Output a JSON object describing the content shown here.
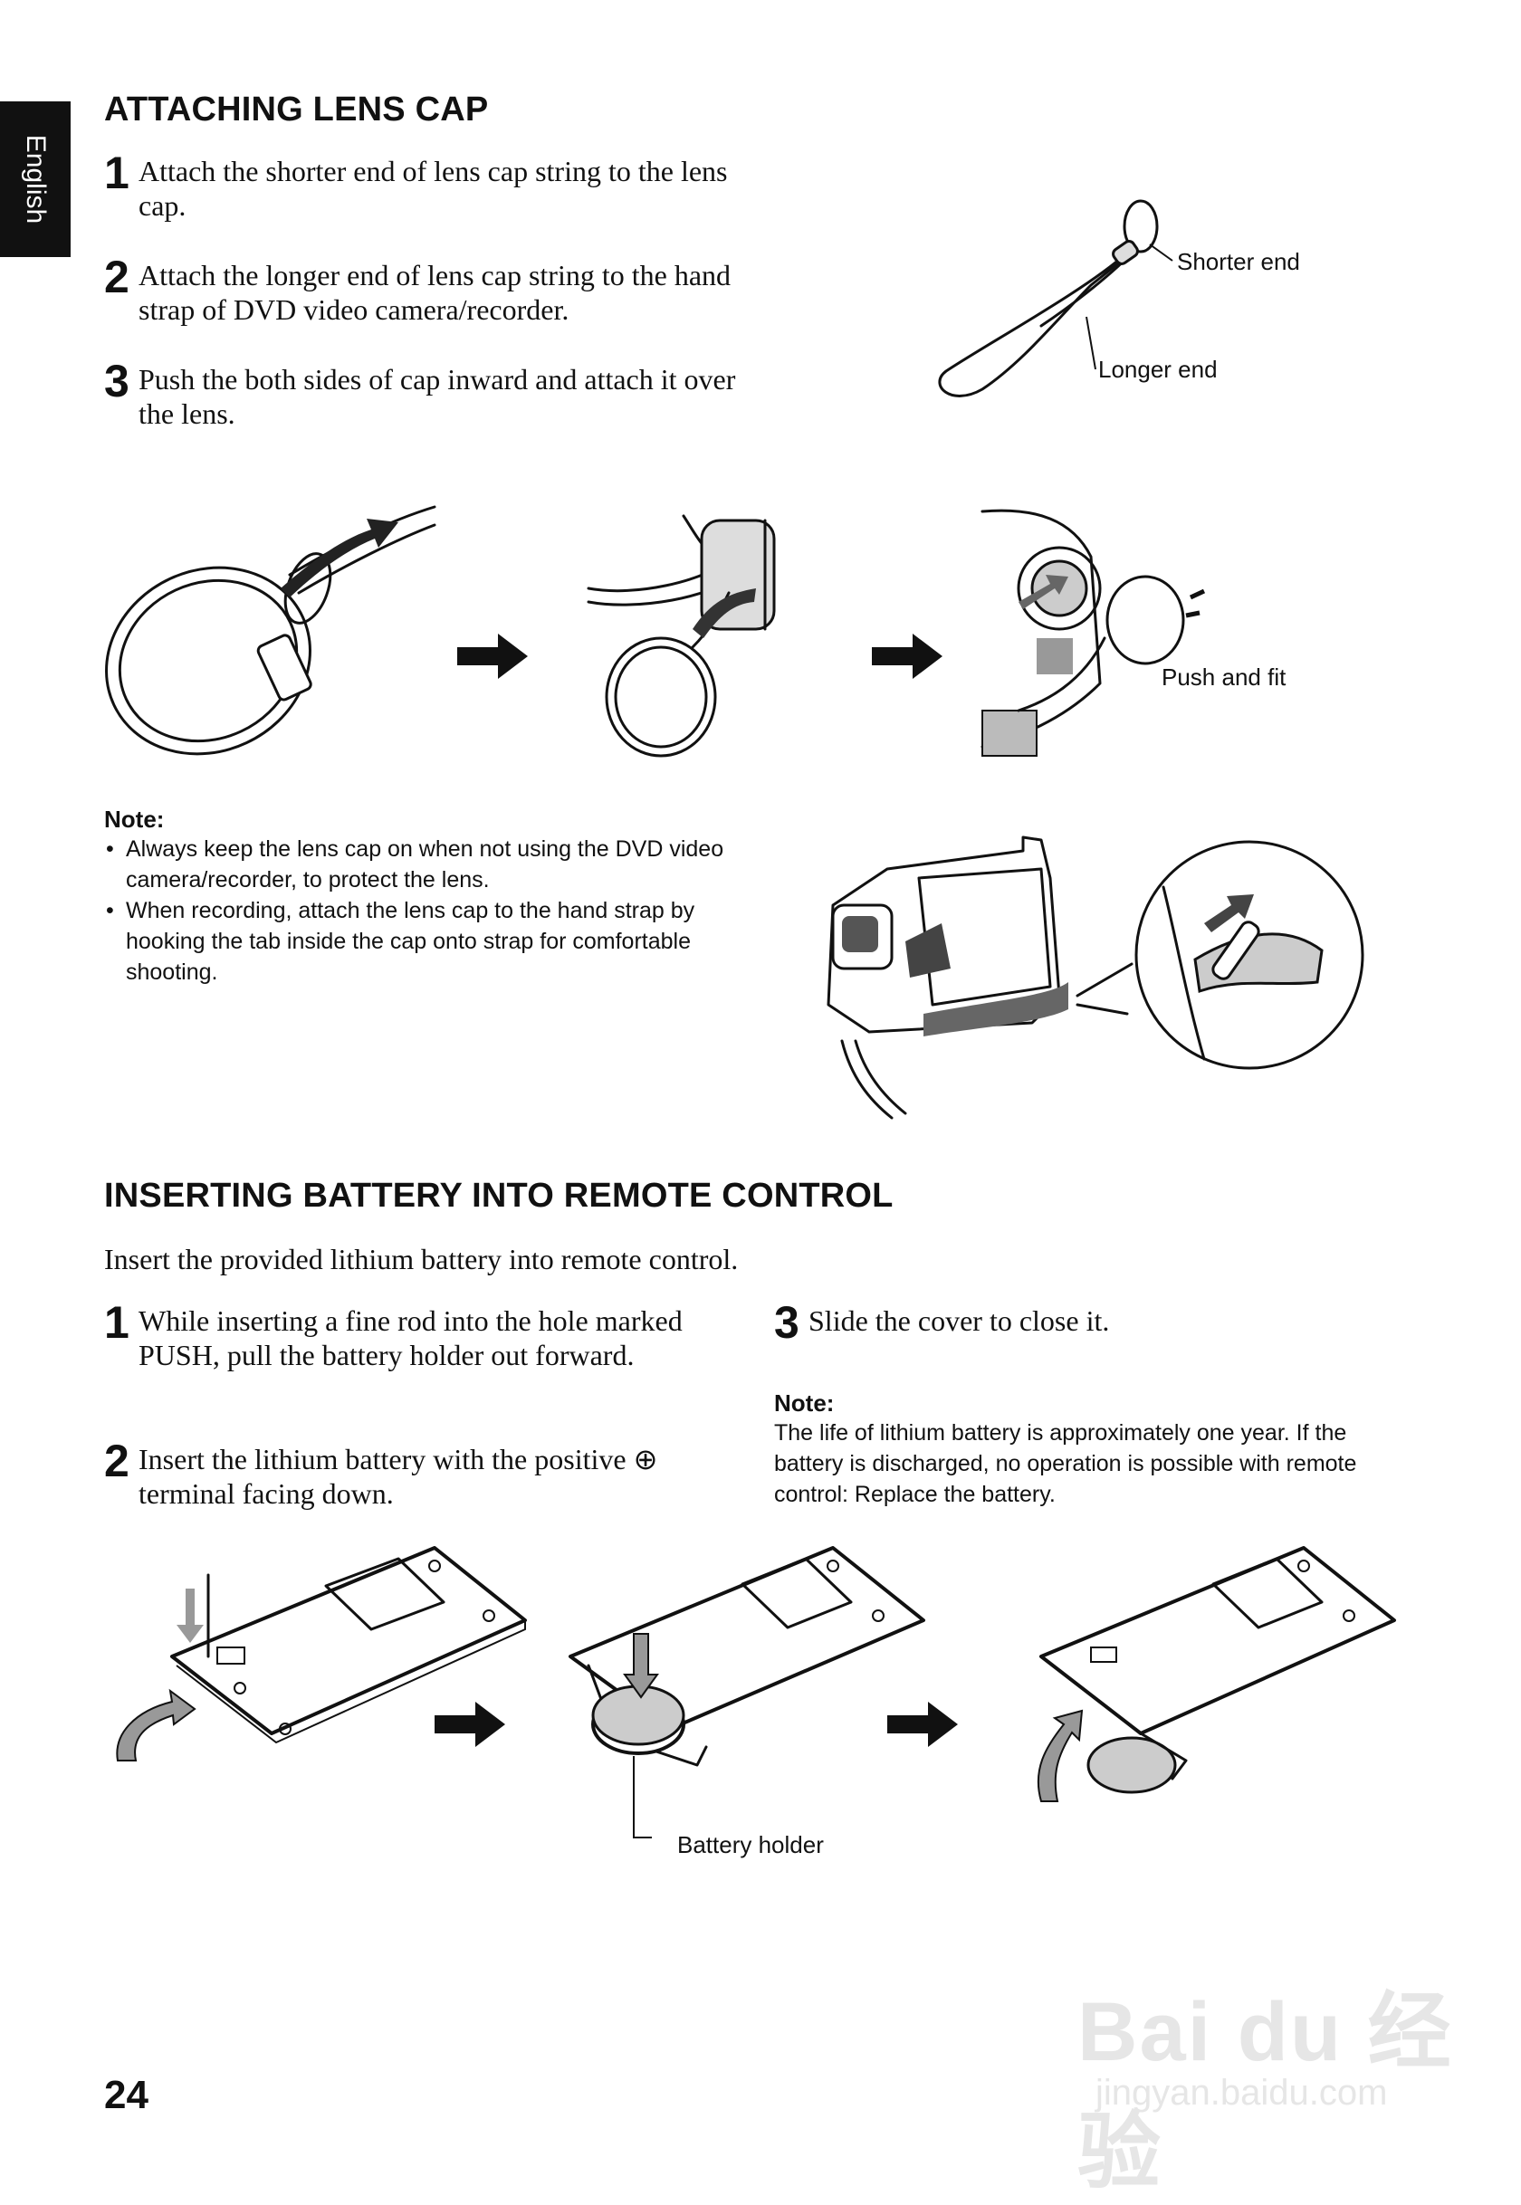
{
  "side_tab": {
    "label": "English"
  },
  "section1": {
    "heading": "ATTACHING LENS CAP",
    "steps": [
      {
        "num": "1",
        "text": "Attach the shorter end of lens cap string to the lens cap."
      },
      {
        "num": "2",
        "text": "Attach the longer end of lens cap string to the hand strap of DVD video camera/recorder."
      },
      {
        "num": "3",
        "text": "Push the both sides of cap inward and attach it over the lens."
      }
    ],
    "string_labels": {
      "shorter": "Shorter end",
      "longer": "Longer end"
    },
    "push_label": "Push and fit",
    "note": {
      "title": "Note:",
      "items": [
        "Always keep the lens cap on when not using the DVD video camera/recorder, to protect the lens.",
        "When recording, attach the lens cap to the hand strap by hooking the tab inside the cap onto strap for comfortable shooting."
      ]
    }
  },
  "section2": {
    "heading": "INSERTING BATTERY INTO REMOTE CONTROL",
    "intro": "Insert the provided lithium battery into remote control.",
    "steps": [
      {
        "num": "1",
        "text": "While inserting a fine rod into the hole marked PUSH, pull the battery holder out forward."
      },
      {
        "num": "2",
        "text": "Insert the lithium battery with the positive ⊕ terminal facing down."
      },
      {
        "num": "3",
        "text": "Slide the cover to close it."
      }
    ],
    "note": {
      "title": "Note:",
      "text": "The life of lithium battery is approximately one year. If the battery is discharged, no operation is possible with remote control: Replace the battery."
    },
    "battery_label": "Battery holder"
  },
  "page_number": "24",
  "watermark": {
    "text": "Bai du 经验",
    "url_text": "jingyan.baidu.com"
  }
}
